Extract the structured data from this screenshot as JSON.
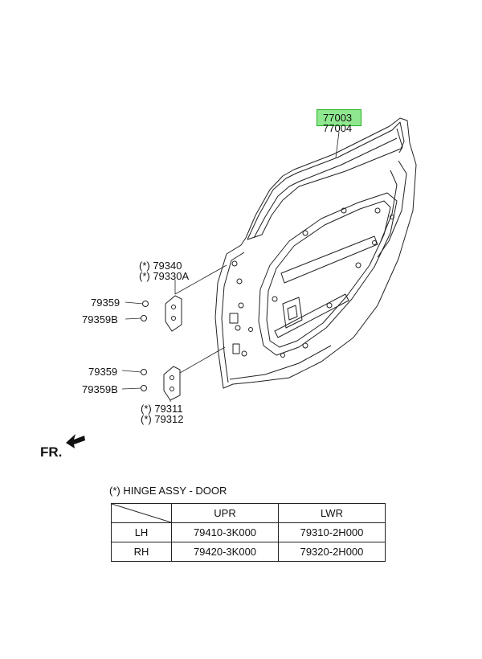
{
  "callouts": {
    "door_part_a": "77003",
    "door_part_b": "77004",
    "hinge_upper_a": "(*) 79340",
    "hinge_upper_b": "(*) 79330A",
    "bolt_upper_a": "79359",
    "bolt_upper_b": "79359B",
    "bolt_lower_a": "79359",
    "bolt_lower_b": "79359B",
    "hinge_lower_a": "(*) 79311",
    "hinge_lower_b": "(*) 79312"
  },
  "fr_label": "FR.",
  "hinge_note": "(*) HINGE ASSY - DOOR",
  "table": {
    "headers": [
      "",
      "UPR",
      "LWR"
    ],
    "rows": [
      {
        "side": "LH",
        "upr": "79410-3K000",
        "lwr": "79310-2H000"
      },
      {
        "side": "RH",
        "upr": "79420-3K000",
        "lwr": "79320-2H000"
      }
    ]
  },
  "colors": {
    "highlight_fill": "#8fe88f",
    "highlight_border": "#22b022",
    "line": "#222222"
  }
}
